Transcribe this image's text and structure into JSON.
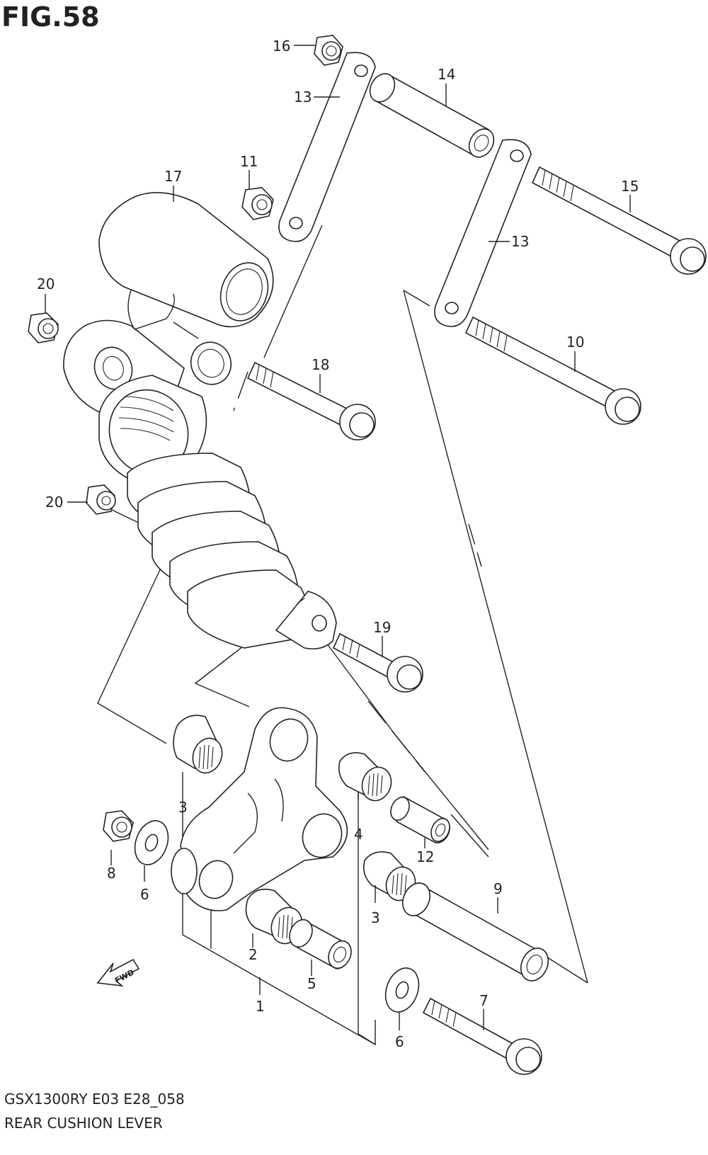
{
  "figure": {
    "title": "FIG.58",
    "model_code": "GSX1300RY E03 E28_058",
    "caption": "REAR CUSHION LEVER",
    "fwd_label": "FWD"
  },
  "callouts": [
    {
      "id": "c1",
      "label": "1"
    },
    {
      "id": "c2",
      "label": "2"
    },
    {
      "id": "c3a",
      "label": "3"
    },
    {
      "id": "c3b",
      "label": "3"
    },
    {
      "id": "c4",
      "label": "4"
    },
    {
      "id": "c5",
      "label": "5"
    },
    {
      "id": "c6a",
      "label": "6"
    },
    {
      "id": "c6b",
      "label": "6"
    },
    {
      "id": "c7",
      "label": "7"
    },
    {
      "id": "c8",
      "label": "8"
    },
    {
      "id": "c9",
      "label": "9"
    },
    {
      "id": "c10",
      "label": "10"
    },
    {
      "id": "c11",
      "label": "11"
    },
    {
      "id": "c12",
      "label": "12"
    },
    {
      "id": "c13a",
      "label": "13"
    },
    {
      "id": "c13b",
      "label": "13"
    },
    {
      "id": "c14",
      "label": "14"
    },
    {
      "id": "c15",
      "label": "15"
    },
    {
      "id": "c16",
      "label": "16"
    },
    {
      "id": "c17",
      "label": "17"
    },
    {
      "id": "c18",
      "label": "18"
    },
    {
      "id": "c19",
      "label": "19"
    },
    {
      "id": "c20a",
      "label": "20"
    },
    {
      "id": "c20b",
      "label": "20"
    }
  ]
}
